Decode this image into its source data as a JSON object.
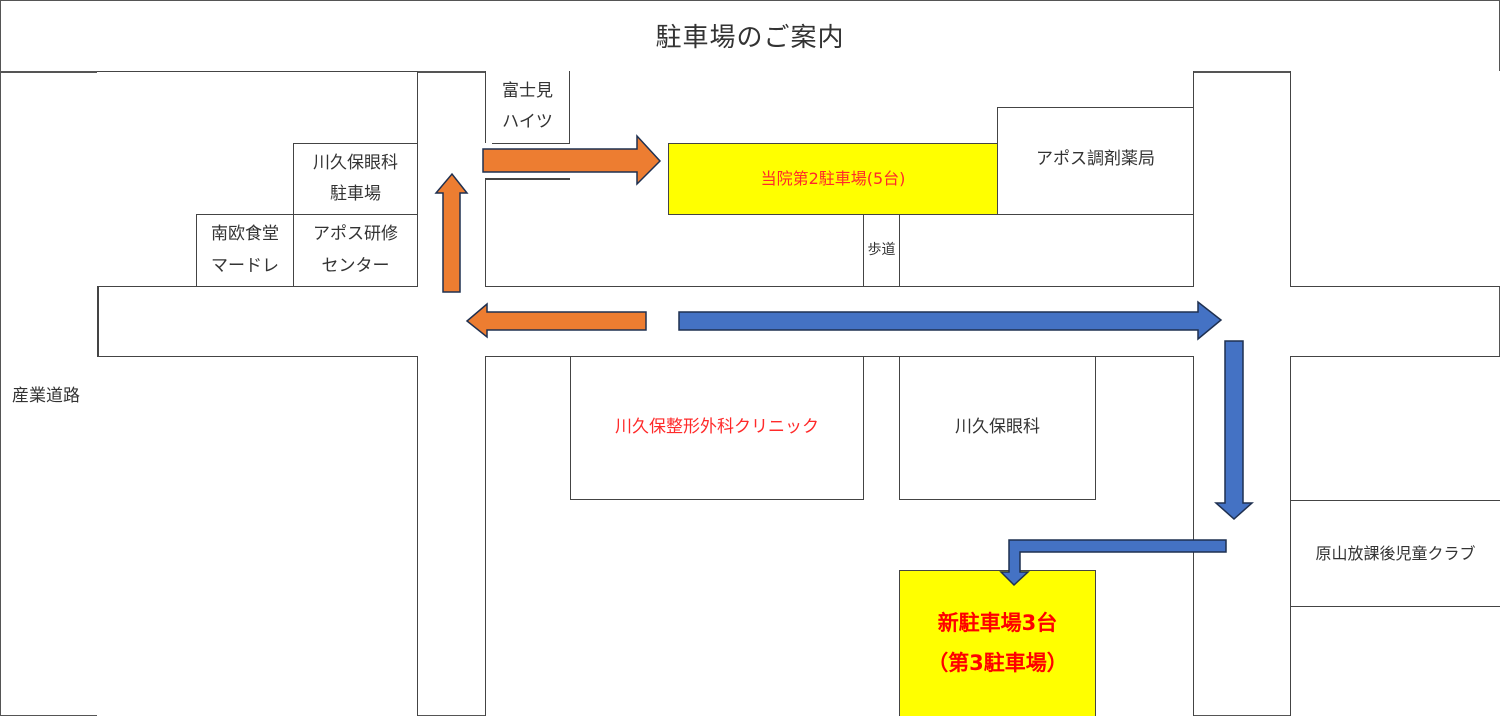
{
  "title": "駐車場のご案内",
  "road_label": "産業道路",
  "buildings": {
    "fujimi_heights": [
      "富士見",
      "ハイツ"
    ],
    "kawakubo_eye_parking": [
      "川久保眼科",
      "駐車場"
    ],
    "nanou_shokudo": [
      "南欧食堂",
      "マードレ"
    ],
    "apos_training": [
      "アポス研修",
      "センター"
    ],
    "apos_pharmacy": "アポス調剤薬局",
    "sidewalk": "歩道",
    "ortho_clinic": "川久保整形外科クリニック",
    "eye_clinic": "川久保眼科",
    "afterschool_club": "原山放課後児童クラブ"
  },
  "parking": {
    "lot2": "当院第2駐車場(5台)",
    "lot3_line1": "新駐車場3台",
    "lot3_line2": "（第3駐車場）"
  },
  "colors": {
    "route_to_lot2": "#ed7d31",
    "route_to_lot3": "#4472c4",
    "parking_fill": "#ffff00",
    "clinic_text": "#ff2a2a"
  }
}
